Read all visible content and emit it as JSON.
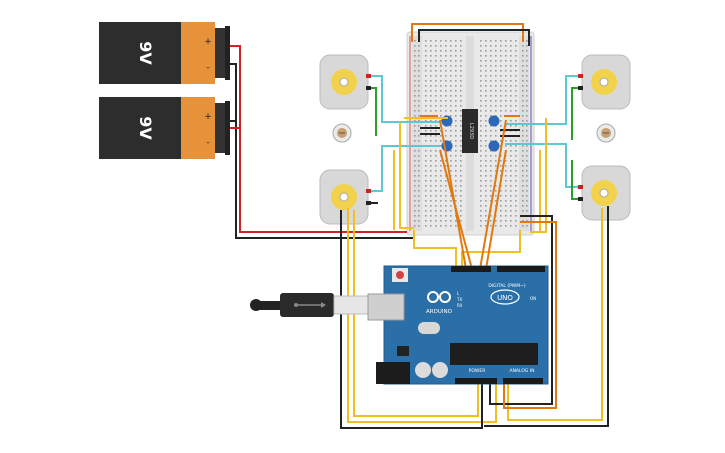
{
  "batteries": [
    {
      "label": "9V",
      "plus": "+",
      "minus": "-"
    },
    {
      "label": "9V",
      "plus": "+",
      "minus": "-"
    }
  ],
  "driver_ic": {
    "label": "L293D"
  },
  "arduino": {
    "brand": "ARDUINO",
    "model": "UNO",
    "digital_label": "DIGITAL (PWM~)",
    "analog_label": "ANALOG IN",
    "power_label": "POWER",
    "tx_label": "TX",
    "rx_label": "RX",
    "l_label": "L",
    "on_label": "ON"
  },
  "colors": {
    "wire_red": "#d42020",
    "wire_black": "#222222",
    "wire_yellow": "#f0c020",
    "wire_orange": "#e07a10",
    "wire_green": "#2aa02a",
    "wire_cyan": "#5ec8d0",
    "arduino_blue": "#2a6fa8",
    "battery_orange": "#e5923a",
    "battery_dark": "#2d2d2d",
    "motor_gray": "#d8d8d8",
    "motor_hub": "#f2d24a",
    "capacitor_blue": "#2b68b8"
  },
  "icons": [
    "battery-icon",
    "motor-icon",
    "ldr-icon",
    "usb-plug-icon",
    "arduino-logo-icon"
  ]
}
